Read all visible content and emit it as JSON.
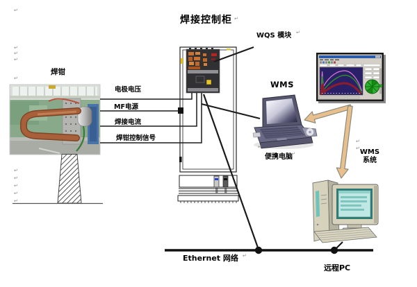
{
  "colors": {
    "background": "#ffffff",
    "line": "#1a1a1a",
    "arrow_fill": "#e7c08e",
    "arrow_outline": "#8a897c",
    "module_body": "#313134",
    "module_orange": "#cc7030",
    "warning_yellow": "#e8c520",
    "plot_background": "#2a2068",
    "wheel_green": "#2fae2f",
    "crt_screen_teal": "#bfe8e4",
    "copper_gun": "#a8603a"
  },
  "title": {
    "text": "焊接控制柜"
  },
  "nodes": {
    "wqs_module": {
      "label": "WQS 模块"
    },
    "welding_gun": {
      "label": "焊钳"
    },
    "wms": {
      "label": "WMS"
    },
    "portable_pc": {
      "label": "便携电脑"
    },
    "wms_system": {
      "label_line1": "WMS",
      "label_line2": "系统"
    },
    "remote_pc": {
      "label": "远程PC"
    },
    "ethernet": {
      "label": "Ethernet 网络"
    }
  },
  "signal_labels": [
    {
      "text": "电极电压"
    },
    {
      "text": "MF电源"
    },
    {
      "text": "焊接电流"
    },
    {
      "text": "焊钳控制信号"
    }
  ],
  "artifacts": {
    "paragraph_mark": "↵"
  }
}
